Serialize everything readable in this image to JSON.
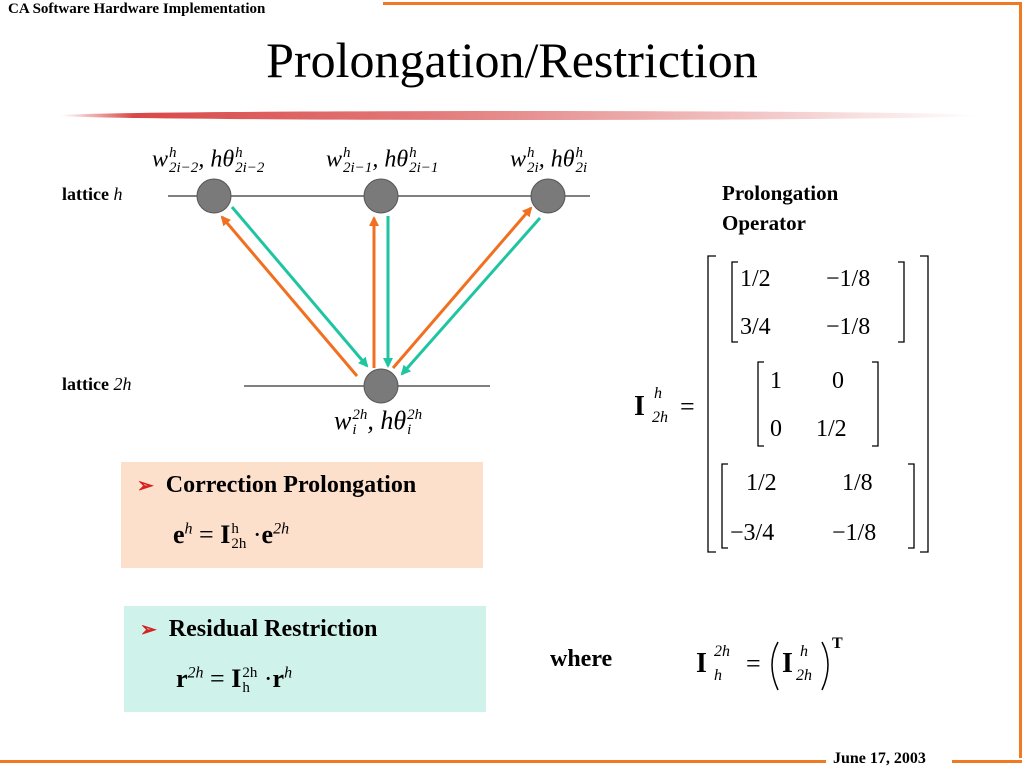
{
  "header": {
    "text": "CA Software Hardware Implementation"
  },
  "title": "Prolongation/Restriction",
  "diagram": {
    "lattice_h_label": "lattice",
    "lattice_h_var": "h",
    "lattice_2h_label": "lattice",
    "lattice_2h_var": "2h",
    "fine_nodes": [
      {
        "w": "w",
        "sub": "2i−2",
        "sup": "h",
        "ht": ", hθ",
        "tsub": "2i−2",
        "tsup": "h"
      },
      {
        "w": "w",
        "sub": "2i−1",
        "sup": "h",
        "ht": ", hθ",
        "tsub": "2i−1",
        "tsup": "h"
      },
      {
        "w": "w",
        "sub": "2i",
        "sup": "h",
        "ht": ", hθ",
        "tsub": "2i",
        "tsup": "h"
      }
    ],
    "coarse_node": {
      "w": "w",
      "sub": "i",
      "sup": "2h",
      "ht": ", hθ",
      "tsub": "i",
      "tsup": "2h"
    },
    "colors": {
      "prolong_arrow": "#f07020",
      "restrict_arrow": "#1fc5a0",
      "node": "#7a7a7a"
    }
  },
  "operator": {
    "title_line1": "Prolongation",
    "title_line2": "Operator",
    "lhs_symbol": "I",
    "lhs_sup": "h",
    "lhs_sub": "2h",
    "equals": "=",
    "blocks": [
      [
        [
          "1/2",
          "−1/8"
        ],
        [
          "3/4",
          "−1/8"
        ]
      ],
      [
        [
          "1",
          "0"
        ],
        [
          "0",
          "1/2"
        ]
      ],
      [
        [
          "1/2",
          "1/8"
        ],
        [
          "−3/4",
          "−1/8"
        ]
      ]
    ]
  },
  "correction": {
    "bullet": "➢",
    "heading": "Correction Prolongation",
    "lhs": "e",
    "lhs_sup": "h",
    "eq": "=",
    "op": "I",
    "op_sup": "h",
    "op_sub": "2h",
    "dot": "·",
    "rhs": "e",
    "rhs_sup": "2h",
    "bg": "#fde0cc"
  },
  "residual": {
    "bullet": "➢",
    "heading": "Residual Restriction",
    "lhs": "r",
    "lhs_sup": "2h",
    "eq": "=",
    "op": "I",
    "op_sup": "2h",
    "op_sub": "h",
    "dot": "·",
    "rhs": "r",
    "rhs_sup": "h",
    "bg": "#cff3ea"
  },
  "where": {
    "label": "where",
    "lhs": "I",
    "lhs_sup": "2h",
    "lhs_sub": "h",
    "eq": "=",
    "inner": "I",
    "inner_sup": "h",
    "inner_sub": "2h",
    "transpose": "T"
  },
  "footer": {
    "date": "June 17, 2003"
  },
  "theme": {
    "frame": "#f07a22",
    "bar": "#d94848"
  }
}
